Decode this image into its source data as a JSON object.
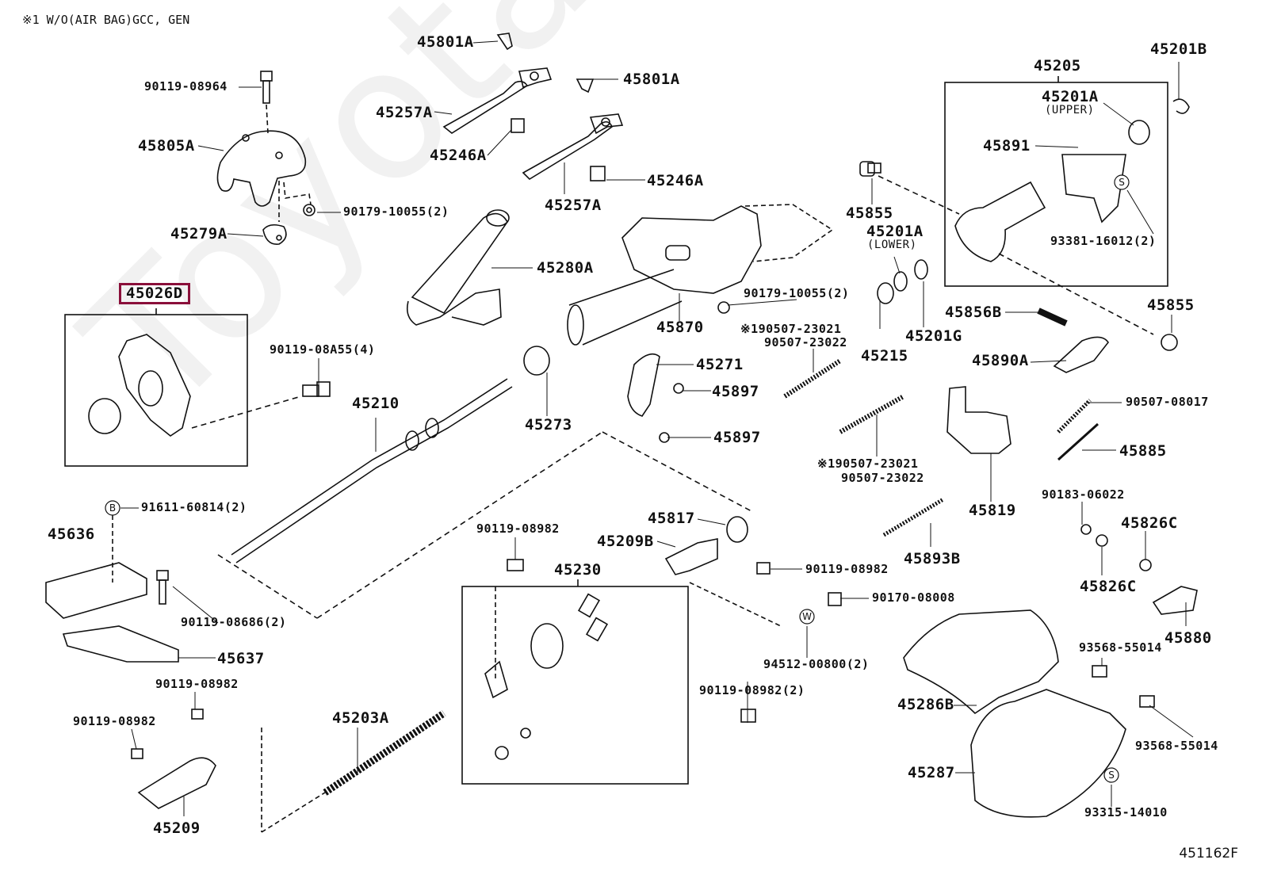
{
  "header_note": "※1 W/O(AIR BAG)GCC, GEN",
  "figure_id": "451162F",
  "watermark": "ToyotaCarWi.ru",
  "highlighted_part": "45026D",
  "highlight_color": "#8a0f3a",
  "labels": {
    "p45801A_1": "45801A",
    "p45801A_2": "45801A",
    "p90119_08964": "90119-08964",
    "p45257A_1": "45257A",
    "p45246A_1": "45246A",
    "p45257A_2": "45257A",
    "p45246A_2": "45246A",
    "p45805A": "45805A",
    "p90179_10055_a": "90179-10055(2)",
    "p45279A": "45279A",
    "p45280A": "45280A",
    "p45870": "45870",
    "p90179_10055_b": "90179-10055(2)",
    "p45205": "45205",
    "p45201B": "45201B",
    "p45201A_upper": "45201A",
    "p45201A_upper_note": "(UPPER)",
    "p45891": "45891",
    "p93381_16012": "93381-16012(2)",
    "p45855_1": "45855",
    "p45201A_lower": "45201A",
    "p45201A_lower_note": "(LOWER)",
    "p45215": "45215",
    "p45201G": "45201G",
    "p45856B": "45856B",
    "p45855_2": "45855",
    "p45890A": "45890A",
    "p45026D": "45026D",
    "p90119_08A55": "90119-08A55(4)",
    "p45210": "45210",
    "p45273": "45273",
    "p45271": "45271",
    "p45897_1": "45897",
    "p45897_2": "45897",
    "p90507_23021_a": "※190507-23021",
    "p90507_23022_a": "90507-23022",
    "p90507_23021_b": "※190507-23021",
    "p90507_23022_b": "90507-23022",
    "p45819": "45819",
    "p90507_08017": "90507-08017",
    "p45885": "45885",
    "p90183_06022": "90183-06022",
    "p45826C_1": "45826C",
    "p45826C_2": "45826C",
    "p45880": "45880",
    "p91611_60814": "91611-60814(2)",
    "p45636": "45636",
    "p90119_08686": "90119-08686(2)",
    "p45637": "45637",
    "p90119_08982_a": "90119-08982",
    "p90119_08982_b": "90119-08982",
    "p45209": "45209",
    "p45203A": "45203A",
    "p90119_08982_c": "90119-08982",
    "p45230": "45230",
    "p45817": "45817",
    "p45209B": "45209B",
    "p90119_08982_d": "90119-08982",
    "p90170_08008": "90170-08008",
    "p94512_00800": "94512-00800(2)",
    "p90119_08982_e": "90119-08982(2)",
    "p45893B": "45893B",
    "p93568_55014_a": "93568-55014",
    "p93568_55014_b": "93568-55014",
    "p45286B": "45286B",
    "p45287": "45287",
    "p93315_14010": "93315-14010"
  },
  "callout_symbols": {
    "b": "B",
    "s": "S",
    "w": "W"
  }
}
